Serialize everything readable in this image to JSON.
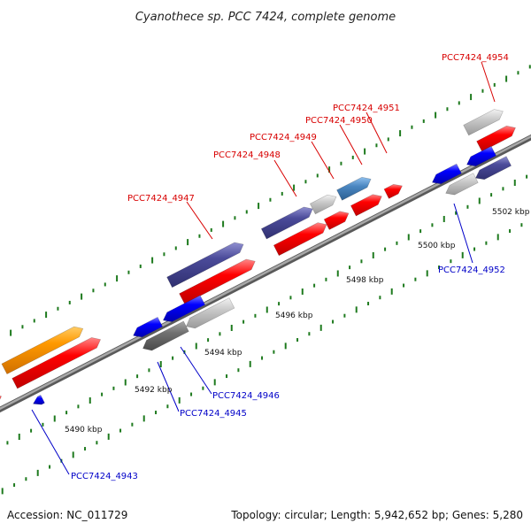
{
  "title": "Cyanothece sp. PCC 7424, complete genome",
  "footer": {
    "accession": "Accession: NC_011729",
    "summary": "Topology: circular; Length: 5,942,652 bp; Genes: 5,280"
  },
  "ticks": [
    {
      "label": "5490 kbp"
    },
    {
      "label": "5492 kbp"
    },
    {
      "label": "5494 kbp"
    },
    {
      "label": "5496 kbp"
    },
    {
      "label": "5498 kbp"
    },
    {
      "label": "5500 kbp"
    },
    {
      "label": "5502 kbp"
    }
  ],
  "gene_labels_top": [
    {
      "label": "PCC7424_4947"
    },
    {
      "label": "PCC7424_4948"
    },
    {
      "label": "PCC7424_4949"
    },
    {
      "label": "PCC7424_4950"
    },
    {
      "label": "PCC7424_4951"
    },
    {
      "label": "PCC7424_4954"
    }
  ],
  "gene_labels_bottom": [
    {
      "label": "PCC7424_4943"
    },
    {
      "label": "PCC7424_4945"
    },
    {
      "label": "PCC7424_4946"
    },
    {
      "label": "PCC7424_4952"
    }
  ],
  "colors": {
    "forward_cds": "#ff0000",
    "reverse_cds": "#0000ff",
    "orange_feature": "#ff9900",
    "purple_feature": "#4b4b9a",
    "grey_feature": "#c8c8c8",
    "dark_grey_feature": "#707070",
    "steel_feature": "#4a86c0",
    "backbone": "#8c8c8c",
    "tick": "#1e7a1e",
    "label_forward": "#d80000",
    "label_reverse": "#0000c8"
  }
}
